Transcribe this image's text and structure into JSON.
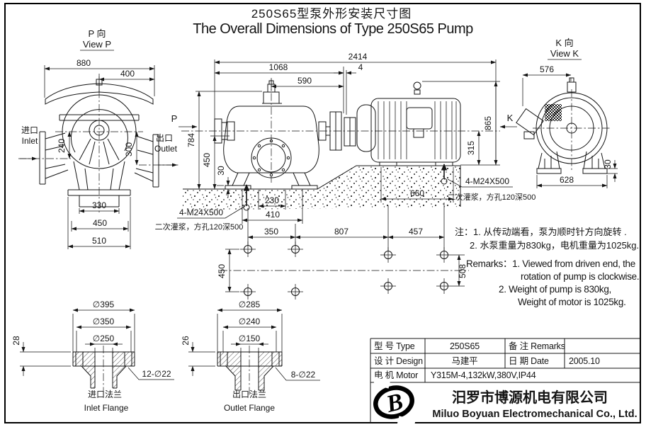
{
  "title": {
    "zh": "250S65型泵外形安装尺寸图",
    "en": "The Overall Dimensions of Type 250S65 Pump"
  },
  "view_p": {
    "dir": "P 向",
    "name": "View P",
    "inlet_zh": "进口",
    "inlet_en": "Inlet",
    "outlet_zh": "出口",
    "outlet_en": "Outlet",
    "dims": {
      "d880": "880",
      "d400": "400",
      "d240": "240",
      "d300": "300",
      "d330": "330",
      "d450": "450",
      "d510": "510"
    }
  },
  "main_view": {
    "p": "P",
    "k": "K",
    "dims": {
      "d2414": "2414",
      "d1068": "1068",
      "d590": "590",
      "d4": "4",
      "d784": "784",
      "d450": "450",
      "d30": "30",
      "d865": "865",
      "d315": "315",
      "d660": "660",
      "d230": "230",
      "d410": "410"
    },
    "anchor": {
      "bolt": "4-M24X500",
      "grout": "二次灌浆，方孔120深500"
    }
  },
  "plan": {
    "dims": {
      "d350": "350",
      "d807": "807",
      "d457": "457",
      "d450": "450",
      "d508": "508"
    }
  },
  "view_k": {
    "dir": "K 向",
    "name": "View K",
    "dims": {
      "d576": "576",
      "d30": "30",
      "d628": "628"
    }
  },
  "notes": {
    "zh1": "注：1. 从传动端看，泵为顺时针方向旋转 .",
    "zh2": "2. 水泵重量为830kg，电机重量为1025kg.",
    "en1": "Remarks：1. Viewed from driven end, the",
    "en2": "rotation of pump is  clockwise.",
    "en3": "2. Weight of pump is 830kg,",
    "en4": "Weight of motor is 1025kg."
  },
  "inlet_flange": {
    "d395": "∅395",
    "d350": "∅350",
    "d250": "∅250",
    "d28": "28",
    "holes": "12-∅22",
    "zh": "进口法兰",
    "en": "Inlet Flange"
  },
  "outlet_flange": {
    "d285": "∅285",
    "d240": "∅240",
    "d150": "∅150",
    "d26": "26",
    "holes": "8-∅22",
    "zh": "出口法兰",
    "en": "Outlet Flange"
  },
  "title_block": {
    "type_label": "型 号 Type",
    "type_value": "250S65",
    "remarks_label": "备 注 Remarks",
    "remarks_value": "",
    "design_label": "设 计 Design",
    "design_value": "马建平",
    "date_label": "日 期 Date",
    "date_value": "2005.10",
    "motor_label": "电 机 Motor",
    "motor_value": "Y315M-4,132kW,380V,IP44"
  },
  "company": {
    "zh": "汨罗市博源机电有限公司",
    "en": "Miluo Boyuan Electromechanical Co., Ltd."
  }
}
